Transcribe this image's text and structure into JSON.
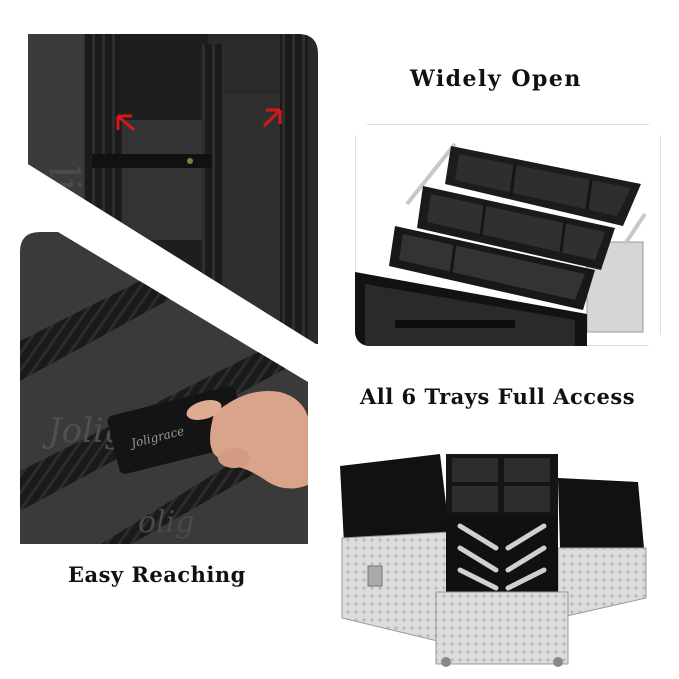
{
  "captions": {
    "widely_open": "Widely Open",
    "all_trays": "All 6 Trays Full Access",
    "easy_reaching": "Easy Reaching"
  },
  "divider_logo": "Joligrace",
  "colors": {
    "background": "#ffffff",
    "tray_black": "#161616",
    "felt_gray": "#3a3a3a",
    "case_silver": "#d9d9d9",
    "arrow_red": "#d81818"
  }
}
